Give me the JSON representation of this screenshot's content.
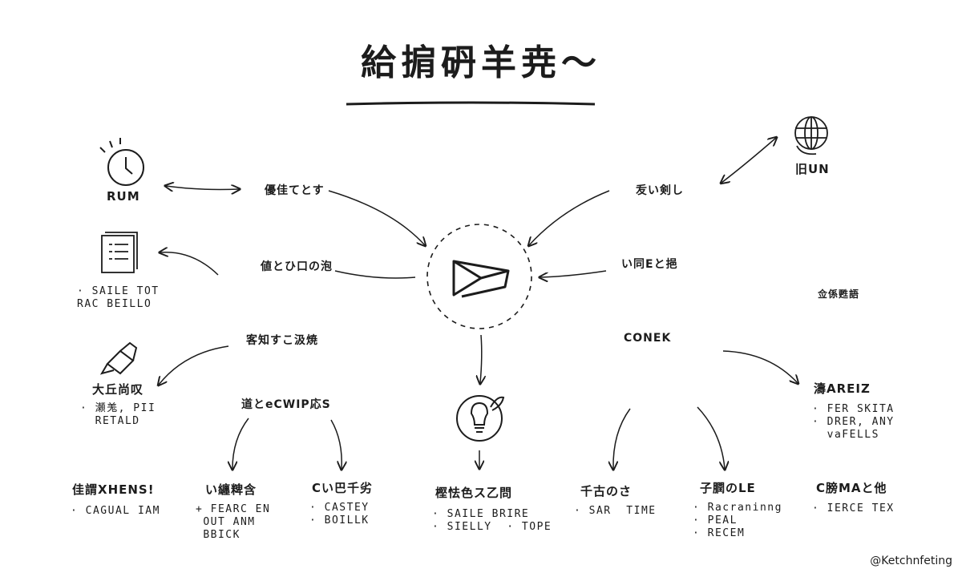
{
  "title": "給掮砃羊尭～",
  "center": {
    "icon": "bowtie-logo-icon"
  },
  "nodes": {
    "rum": {
      "label": "RUM",
      "icon": "clock-icon"
    },
    "globe": {
      "label": "旧UN",
      "icon": "globe-icon"
    },
    "doc": {
      "icon": "document-icon",
      "lines": "· SAILE TOT\nRAC BEILLO"
    },
    "pen": {
      "label": "大丘尚叹",
      "icon": "pen-icon",
      "lines": "· 瀬羗, PII\n  RETALD"
    },
    "bulb": {
      "icon": "lightbulb-icon"
    },
    "right_note": {
      "label": "佥係甦語"
    }
  },
  "labels": {
    "l1": "優佳てとす",
    "l2": "値とひ口の泡",
    "l3": "客知すこ汲焼",
    "l4": "道とeCWIP応S",
    "r1": "叐い剣し",
    "r2": "い同Eと挹",
    "r3": "CONEK",
    "r4": "濤AREIZ"
  },
  "bottom": [
    {
      "head": "佳謂XHENS!",
      "lines": "· CAGUAL IAM"
    },
    {
      "head": "い纏粺含",
      "lines": "+ FEARC EN\n OUT ANM\n BBICK"
    },
    {
      "head": "Cい巴千劣",
      "lines": "· CASTEY\n· BOILLK"
    },
    {
      "head": "樫怯色ス乙問",
      "lines": "· SAILE BRIRE\n· SIELLY  · TOPE"
    },
    {
      "head": "千古のさ",
      "lines": "· SAR  TIME"
    },
    {
      "head": "子膶のLE",
      "lines": "· Racraninng\n· PEAL\n· RECEM"
    },
    {
      "head": "C膀MAと他",
      "lines": "· IERCE TEX"
    }
  ],
  "areiz_lines": "· FER SKITA\n· DRER, ANY\n  vaFELLS",
  "credit": "@Ketchnfeting"
}
